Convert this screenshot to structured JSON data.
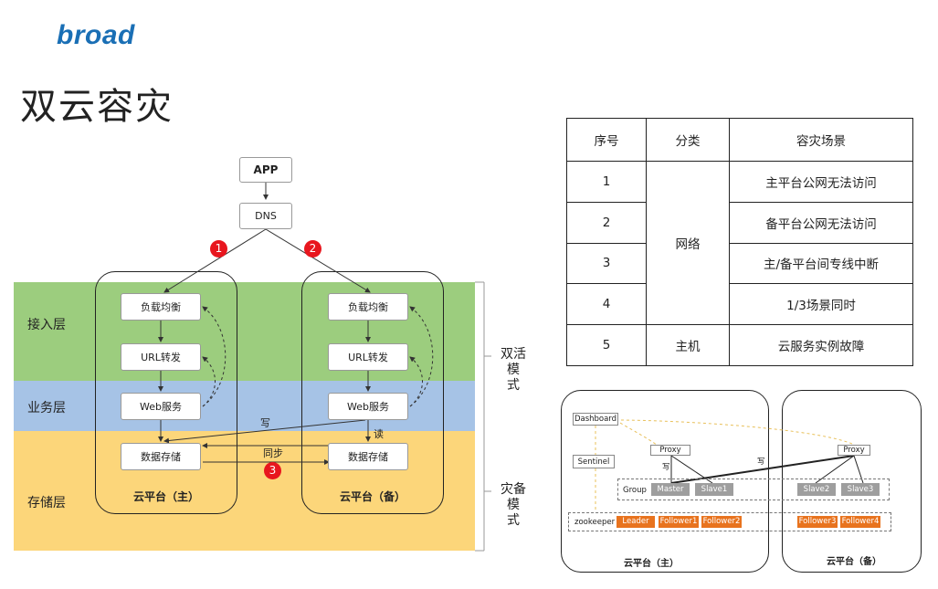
{
  "brand": "broad",
  "title": "双云容灾",
  "left_diagram": {
    "app": "APP",
    "dns": "DNS",
    "layers": {
      "access": "接入层",
      "business": "业务层",
      "storage": "存储层"
    },
    "layer_colors": {
      "access": "#9ccd7e",
      "business": "#a6c3e6",
      "storage": "#fcd67a"
    },
    "nodes": {
      "lb": "负载均衡",
      "url": "URL转发",
      "web": "Web服务",
      "db": "数据存储"
    },
    "badges": {
      "one": "1",
      "two": "2",
      "three": "3"
    },
    "labels": {
      "write": "写",
      "read": "读",
      "sync": "同步"
    },
    "platforms": {
      "primary": "云平台（主）",
      "backup": "云平台（备）"
    },
    "modes": {
      "active_active": "双活模式",
      "disaster_backup": "灾备模式"
    }
  },
  "table": {
    "headers": [
      "序号",
      "分类",
      "容灾场景"
    ],
    "rows": [
      {
        "no": "1",
        "scene": "主平台公网无法访问"
      },
      {
        "no": "2",
        "scene": "备平台公网无法访问"
      },
      {
        "no": "3",
        "scene": "主/备平台间专线中断"
      },
      {
        "no": "4",
        "scene": "1/3场景同时"
      },
      {
        "no": "5",
        "category": "主机",
        "scene": "云服务实例故障"
      }
    ],
    "network_category": "网络"
  },
  "right_diagram": {
    "dashboard": "Dashboard",
    "sentinel": "Sentinel",
    "proxy": "Proxy",
    "group": "Group",
    "zookeeper": "zookeeper",
    "write": "写",
    "master": "Master",
    "slaves": [
      "Slave1",
      "Slave2",
      "Slave3"
    ],
    "zk_nodes": [
      "Leader",
      "Follower1",
      "Follower2",
      "Follower3",
      "Follower4"
    ],
    "platforms": {
      "primary": "云平台（主）",
      "backup": "云平台（备）"
    },
    "colors": {
      "orange": "#e8731e",
      "gray": "#9e9e9e"
    }
  }
}
